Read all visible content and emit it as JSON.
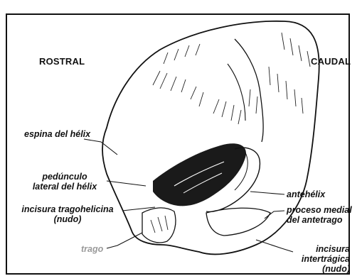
{
  "orientation": {
    "rostral": "ROSTRAL",
    "caudal": "CAUDAL"
  },
  "labels": {
    "espina_helix": "espina del hélix",
    "peduncle_line1": "pedúnculo",
    "peduncle_line2": "lateral del hélix",
    "tragohelicine_line1": "incisura tragohelicina",
    "tragohelicine_line2": "(nudo)",
    "tragus": "trago",
    "antihelix": "antehélix",
    "medial_process_line1": "proceso medial",
    "medial_process_line2": "del antetrago",
    "intertragic_line1": "incisura",
    "intertragic_line2": "intertrágica",
    "intertragic_line3": "(nudo)"
  },
  "colors": {
    "ink": "#111111",
    "muted": "#9a9a9a",
    "background": "#ffffff"
  }
}
